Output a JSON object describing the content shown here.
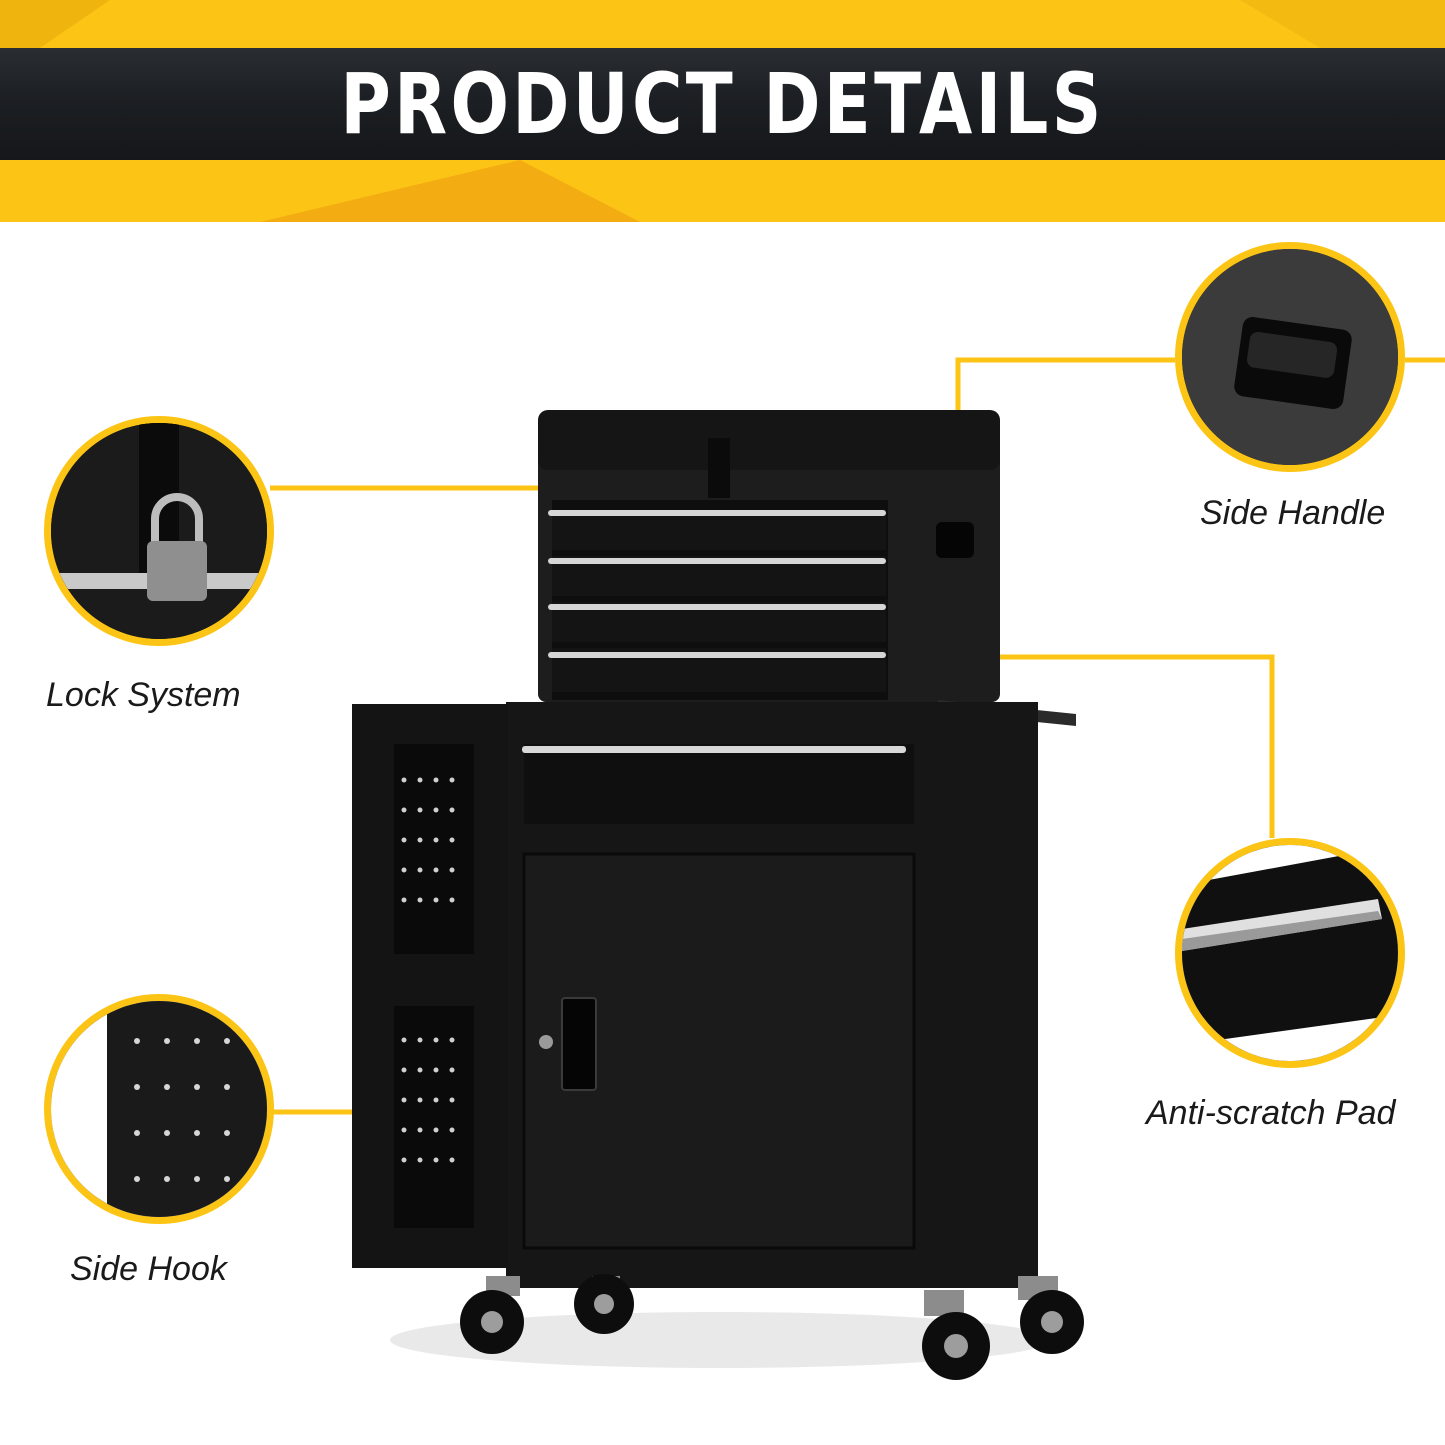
{
  "banner": {
    "title": "PRODUCT DETAILS",
    "accent_color": "#fcc515",
    "strip_color": "#1c1f23"
  },
  "features": [
    {
      "label": "Lock System",
      "icon": "padlock-icon"
    },
    {
      "label": "Side Handle",
      "icon": "recessed-handle-icon"
    },
    {
      "label": "Anti-scratch Pad",
      "icon": "drawer-pull-icon"
    },
    {
      "label": "Side Hook",
      "icon": "pegboard-icon"
    }
  ],
  "product": {
    "name": "rolling tool chest",
    "color": "#111111"
  }
}
